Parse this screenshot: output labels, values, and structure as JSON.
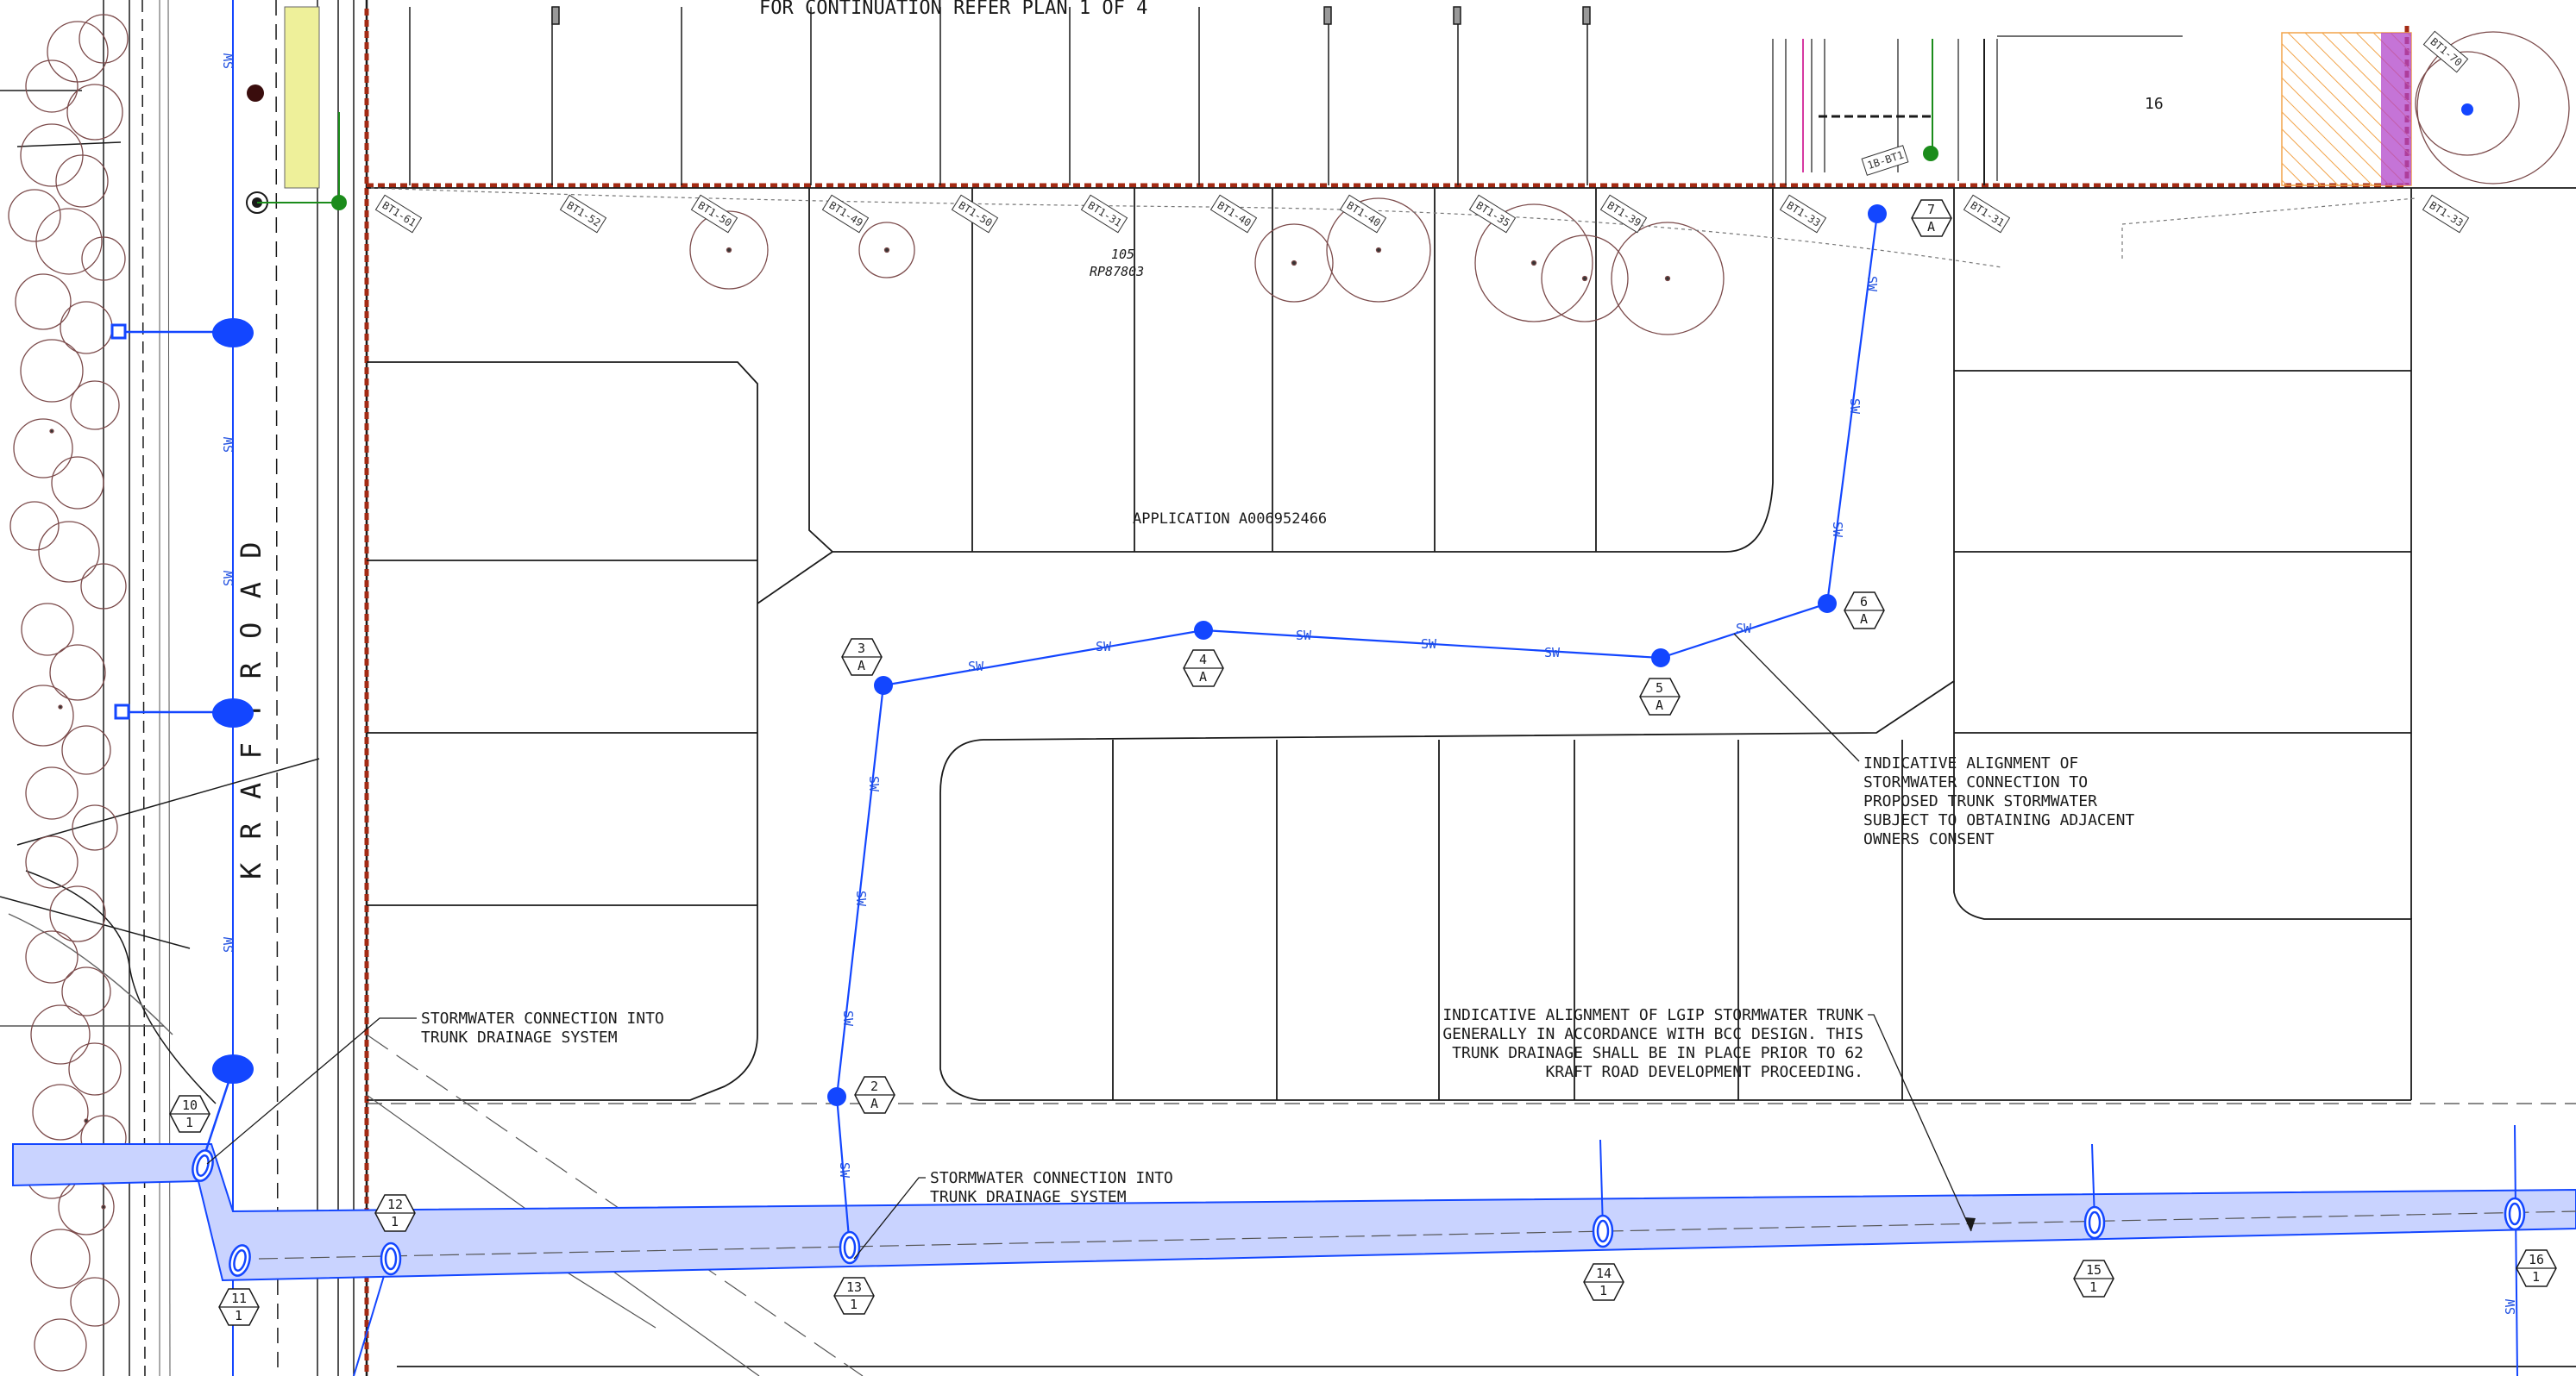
{
  "colors": {
    "stormwater": "#1346ff",
    "trunk_fill": "#c9d3ff",
    "boundary": "#a42b14",
    "lines": "#1a1a1a",
    "trees": "#7b4a4a",
    "hatch": "#f2a44a",
    "magenta": "#b146c9",
    "yellow": "#eef09a"
  },
  "header": {
    "continuation": "FOR CONTINUATION REFER PLAN 1 OF 4"
  },
  "labels": {
    "application": "APPLICATION A006952466",
    "road": "K R A F T   R O A D",
    "lot_ref_line1": "105",
    "lot_ref_line2": "RP87803",
    "lot_number": "16"
  },
  "annotations": {
    "connection_left": [
      "STORMWATER CONNECTION INTO",
      "TRUNK DRAINAGE SYSTEM"
    ],
    "connection_mid": [
      "STORMWATER CONNECTION INTO",
      "TRUNK DRAINAGE SYSTEM"
    ],
    "indicative_connection": [
      "INDICATIVE ALIGNMENT OF",
      "STORMWATER CONNECTION TO",
      "PROPOSED TRUNK STORMWATER",
      "SUBJECT TO OBTAINING ADJACENT",
      "OWNERS CONSENT"
    ],
    "lgip_trunk": [
      "INDICATIVE ALIGNMENT OF LGIP STORMWATER TRUNK",
      "GENERALLY IN ACCORDANCE WITH BCC DESIGN. THIS",
      "TRUNK DRAINAGE SHALL BE IN PLACE PRIOR TO 62",
      "KRAFT ROAD DEVELOPMENT PROCEEDING."
    ]
  },
  "pipe_label": "SW",
  "structures": [
    {
      "id": "2",
      "type": "A"
    },
    {
      "id": "3",
      "type": "A"
    },
    {
      "id": "4",
      "type": "A"
    },
    {
      "id": "5",
      "type": "A"
    },
    {
      "id": "6",
      "type": "A"
    },
    {
      "id": "7",
      "type": "A"
    },
    {
      "id": "10",
      "type": "1"
    },
    {
      "id": "11",
      "type": "1"
    },
    {
      "id": "12",
      "type": "1"
    },
    {
      "id": "13",
      "type": "1"
    },
    {
      "id": "14",
      "type": "1"
    },
    {
      "id": "15",
      "type": "1"
    },
    {
      "id": "16",
      "type": "1"
    }
  ],
  "lot_tags": [
    "BT1-61",
    "BT1-52",
    "BT1-50",
    "BT1-49",
    "BT1-50",
    "BT1-31",
    "BT1-40",
    "BT1-40",
    "BT1-35",
    "BT1-39",
    "BT1-33",
    "BT1-31",
    "BT1-33",
    "BT1-70",
    "1B-BT1"
  ]
}
